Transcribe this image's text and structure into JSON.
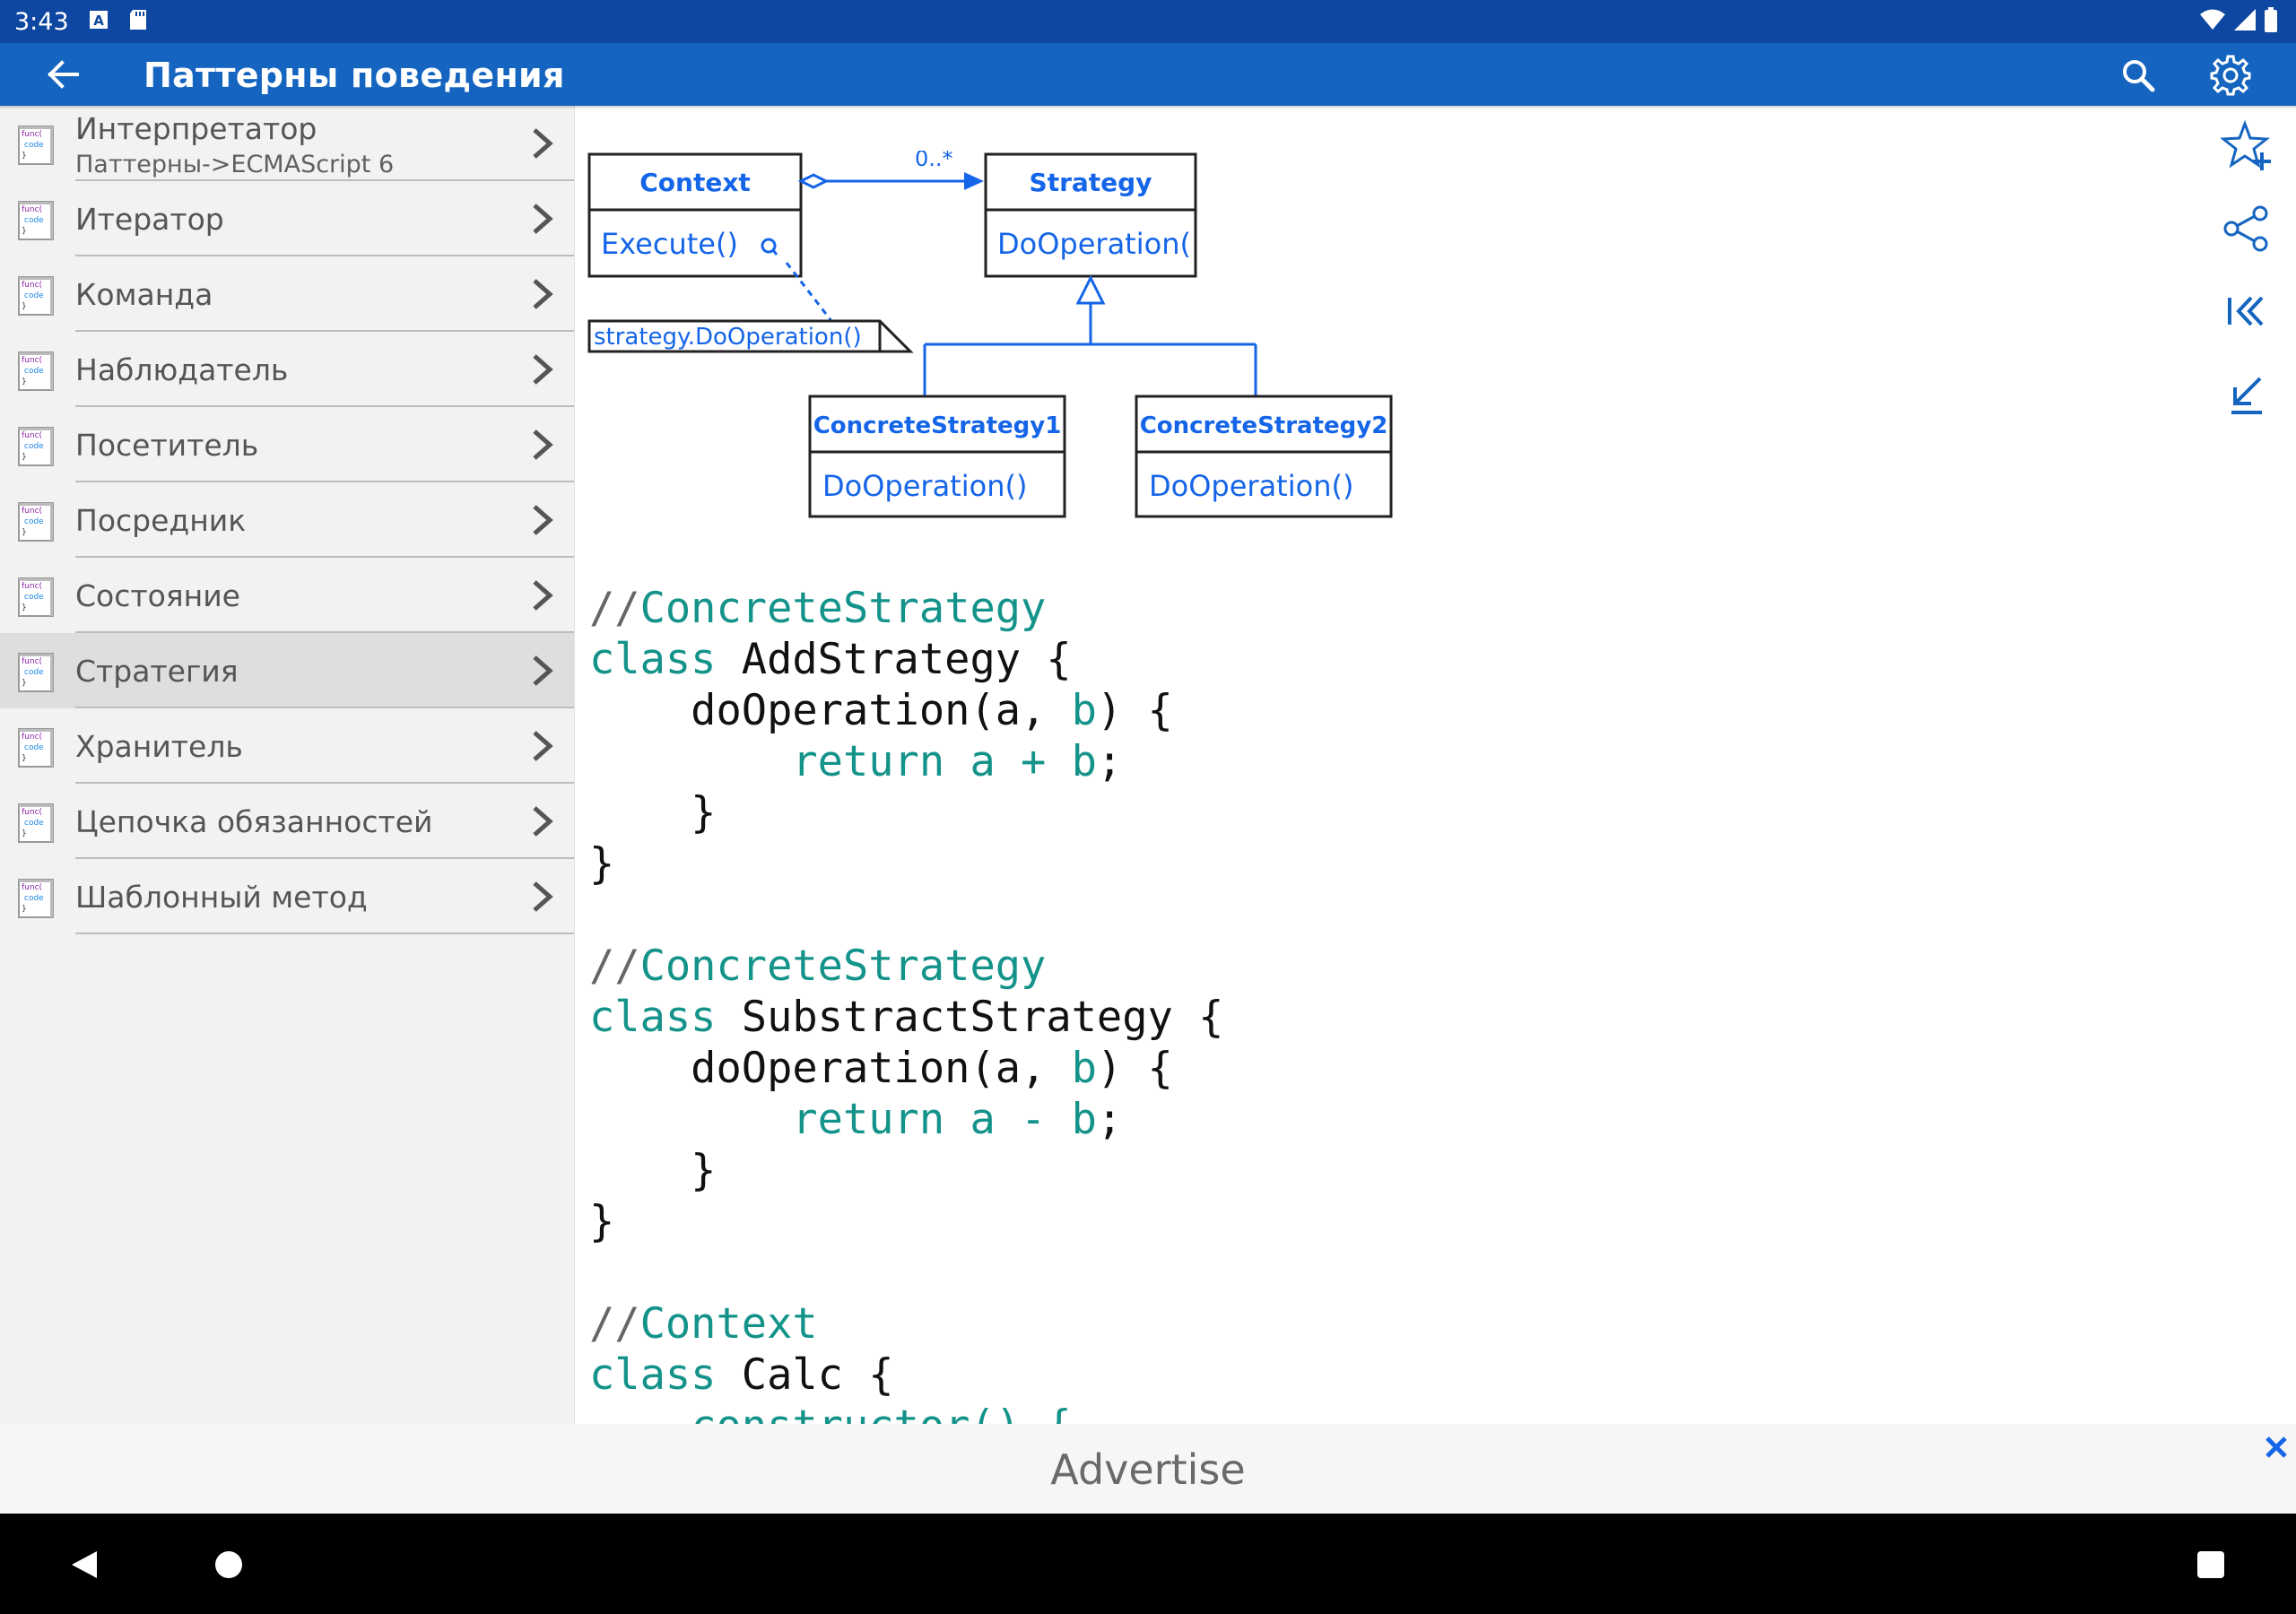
{
  "status_bar": {
    "time": "3:43",
    "icons": [
      "a-badge-icon",
      "sd-card-icon",
      "wifi-icon",
      "signal-icon",
      "battery-icon"
    ]
  },
  "app_bar": {
    "title": "Паттерны поведения",
    "back_icon": "arrow-left-icon",
    "search_icon": "search-icon",
    "settings_icon": "gear-icon"
  },
  "sidebar": {
    "items": [
      {
        "label": "Интерпретатор",
        "sub": "Паттерны->ECMAScript 6",
        "selected": false
      },
      {
        "label": "Итератор",
        "selected": false
      },
      {
        "label": "Команда",
        "selected": false
      },
      {
        "label": "Наблюдатель",
        "selected": false
      },
      {
        "label": "Посетитель",
        "selected": false
      },
      {
        "label": "Посредник",
        "selected": false
      },
      {
        "label": "Состояние",
        "selected": false
      },
      {
        "label": "Стратегия",
        "selected": true
      },
      {
        "label": "Хранитель",
        "selected": false
      },
      {
        "label": "Цепочка обязанностей",
        "selected": false
      },
      {
        "label": "Шаблонный метод",
        "selected": false
      }
    ],
    "icon_text": [
      "func(",
      "code",
      "}"
    ]
  },
  "diagram": {
    "context": {
      "name": "Context",
      "method": "Execute()"
    },
    "strategy": {
      "name": "Strategy",
      "method": "DoOperation("
    },
    "multiplicity": "0..*",
    "note": "strategy.DoOperation()",
    "concrete1": {
      "name": "ConcreteStrategy1",
      "method": "DoOperation()"
    },
    "concrete2": {
      "name": "ConcreteStrategy2",
      "method": "DoOperation()"
    }
  },
  "code": {
    "l1": {
      "slash": "//",
      "text": "ConcreteStrategy"
    },
    "l2": {
      "kw": "class",
      "rest": " AddStrategy {"
    },
    "l3": {
      "pre": "    doOperation(a, ",
      "var": "b",
      "post": ") {"
    },
    "l4": {
      "pre": "        ",
      "kw": "return a + b",
      "post": ";"
    },
    "l5": "    }",
    "l6": "}",
    "l8": {
      "slash": "//",
      "text": "ConcreteStrategy"
    },
    "l9": {
      "kw": "class",
      "rest": " SubstractStrategy {"
    },
    "l10": {
      "pre": "    doOperation(a, ",
      "var": "b",
      "post": ") {"
    },
    "l11": {
      "pre": "        ",
      "kw": "return a - b",
      "post": ";"
    },
    "l12": "    }",
    "l13": "}",
    "l15": {
      "slash": "//",
      "text": "Context"
    },
    "l16": {
      "kw": "class",
      "rest": " Calc {"
    },
    "l17": {
      "pre": "    ",
      "kw": "constructor() {"
    }
  },
  "right_actions": [
    "star-plus-icon",
    "share-icon",
    "skip-start-icon",
    "download-icon"
  ],
  "ad": {
    "label": "Advertise",
    "close_icon": "close-icon"
  },
  "colors": {
    "status_bar": "#0d47a1",
    "app_bar": "#1565c0",
    "uml_blue": "#1565e8",
    "code_keyword": "#14938a",
    "sidebar_bg": "#f2f2f2"
  }
}
